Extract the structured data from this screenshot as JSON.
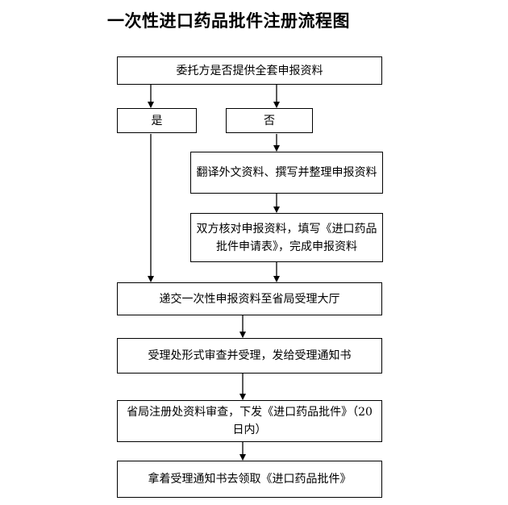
{
  "title": "一次性进口药品批件注册流程图",
  "nodes": {
    "start": "委托方是否提供全套申报资料",
    "yes": "是",
    "no": "否",
    "translate": "翻译外文资料、撰写并整理申报资料",
    "verify": "双方核对申报资料，填写《进口药品批件申请表》，完成申报资料",
    "submit": "递交一次性申报资料至省局受理大厅",
    "accept": "受理处形式审查并受理，发给受理通知书",
    "review": "省局注册处资料审查，下发《进口药品批件》（20日内）",
    "collect": "拿着受理通知书去领取《进口药品批件》"
  }
}
